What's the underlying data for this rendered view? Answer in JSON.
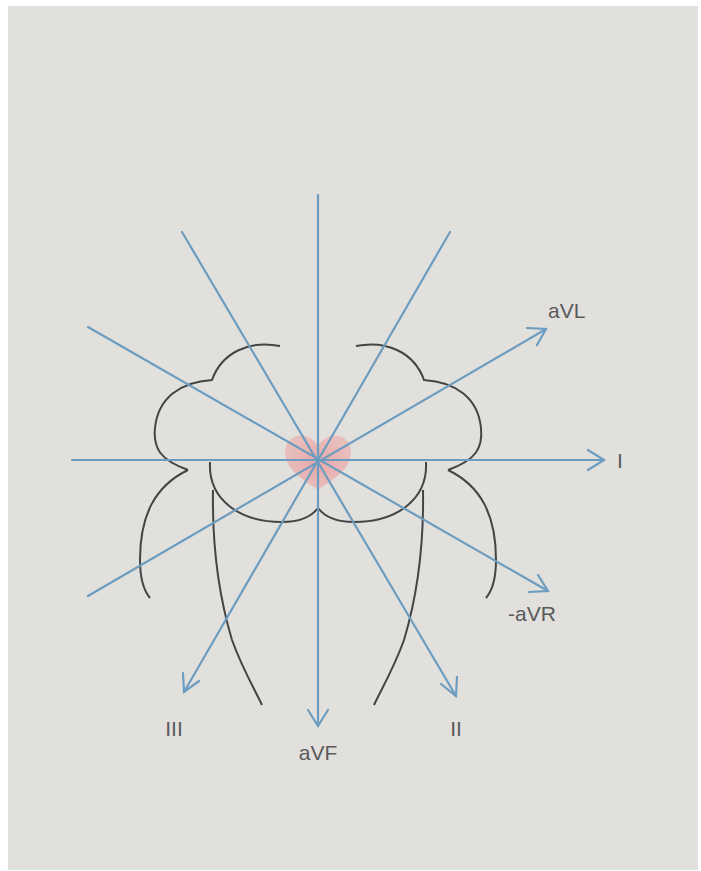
{
  "diagram": {
    "labels": [
      "aVL",
      "I",
      "-aVR",
      "II",
      "aVF",
      "III"
    ]
  }
}
